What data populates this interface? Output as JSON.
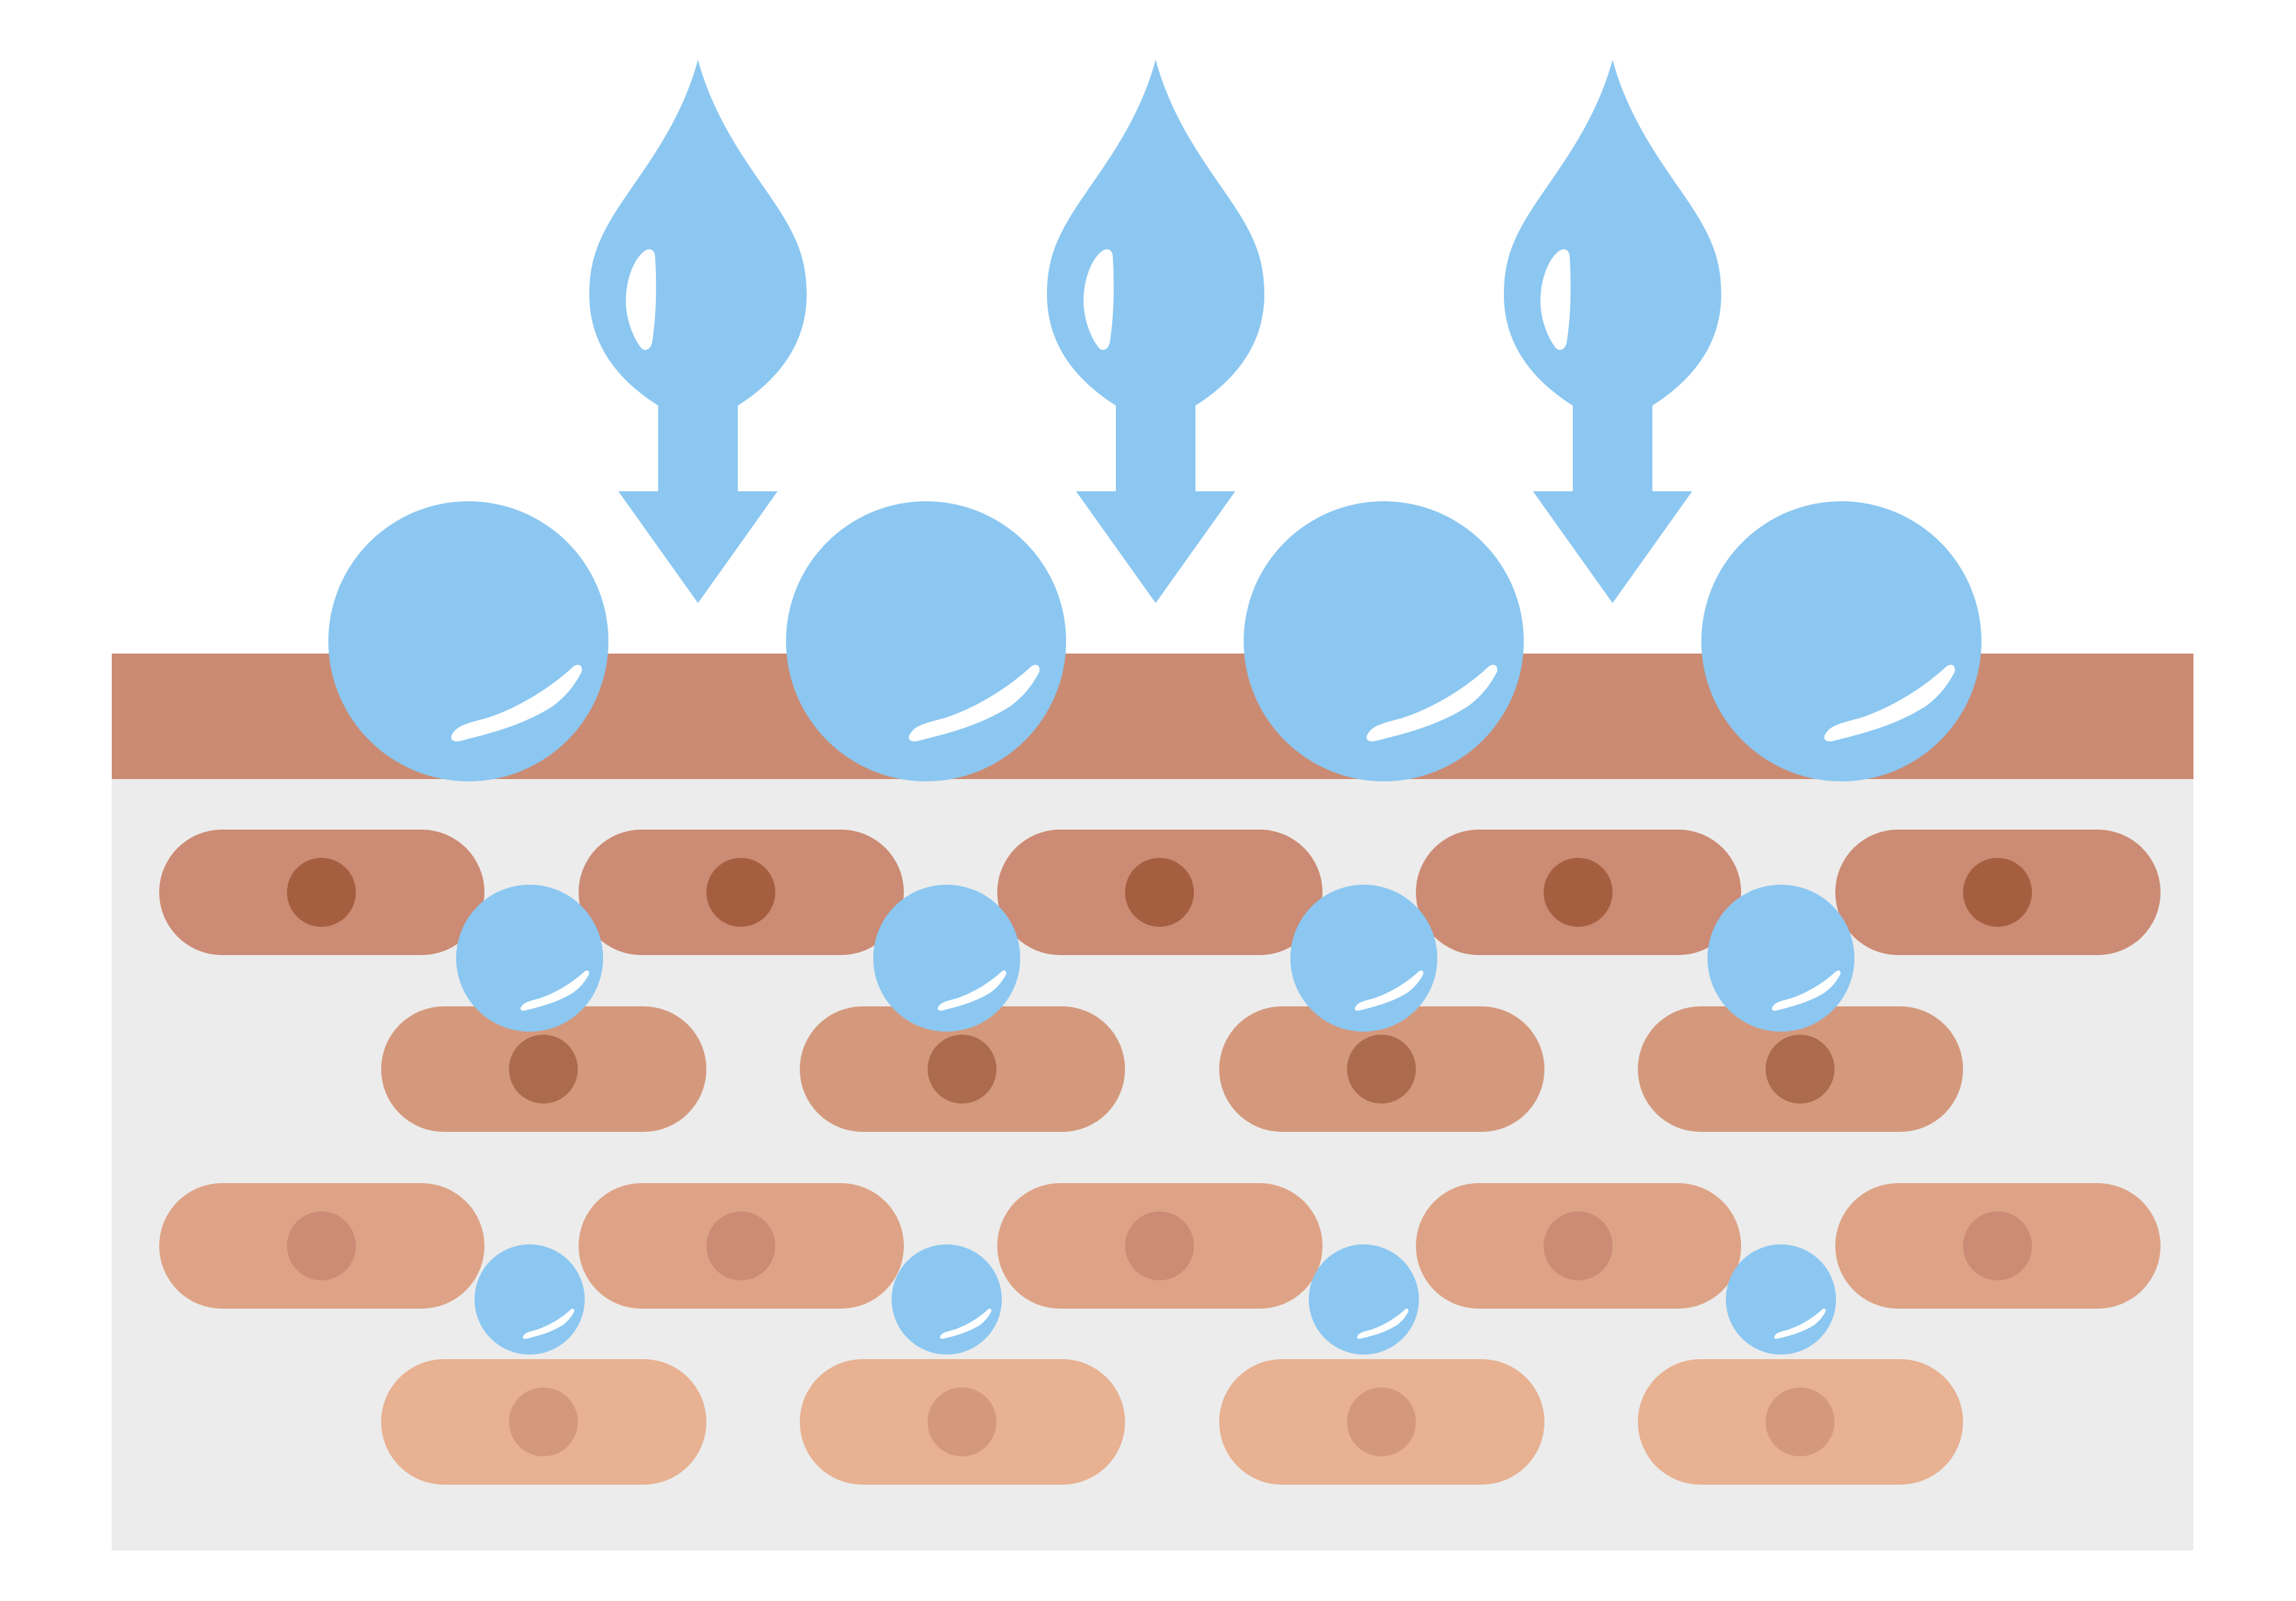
{
  "illustration": {
    "subject": "skin-moisture-penetration",
    "drops_count": 3,
    "surface_bubbles_count": 4,
    "cell_rows": 4,
    "colors": {
      "background": "#ffffff",
      "water": "#8bc7f1",
      "highlight": "#ffffff",
      "epidermis": "#cb8b73",
      "dermis_bg": "#ececec",
      "row1_cell": "#cc8b74",
      "row1_nucleus": "#a55e3f",
      "row2_cell": "#d4997d",
      "row2_nucleus": "#ab6b4c",
      "row3_cell": "#dea386",
      "row3_nucleus": "#cc8b74",
      "row4_cell": "#e7b192",
      "row4_nucleus": "#d4997d"
    }
  }
}
